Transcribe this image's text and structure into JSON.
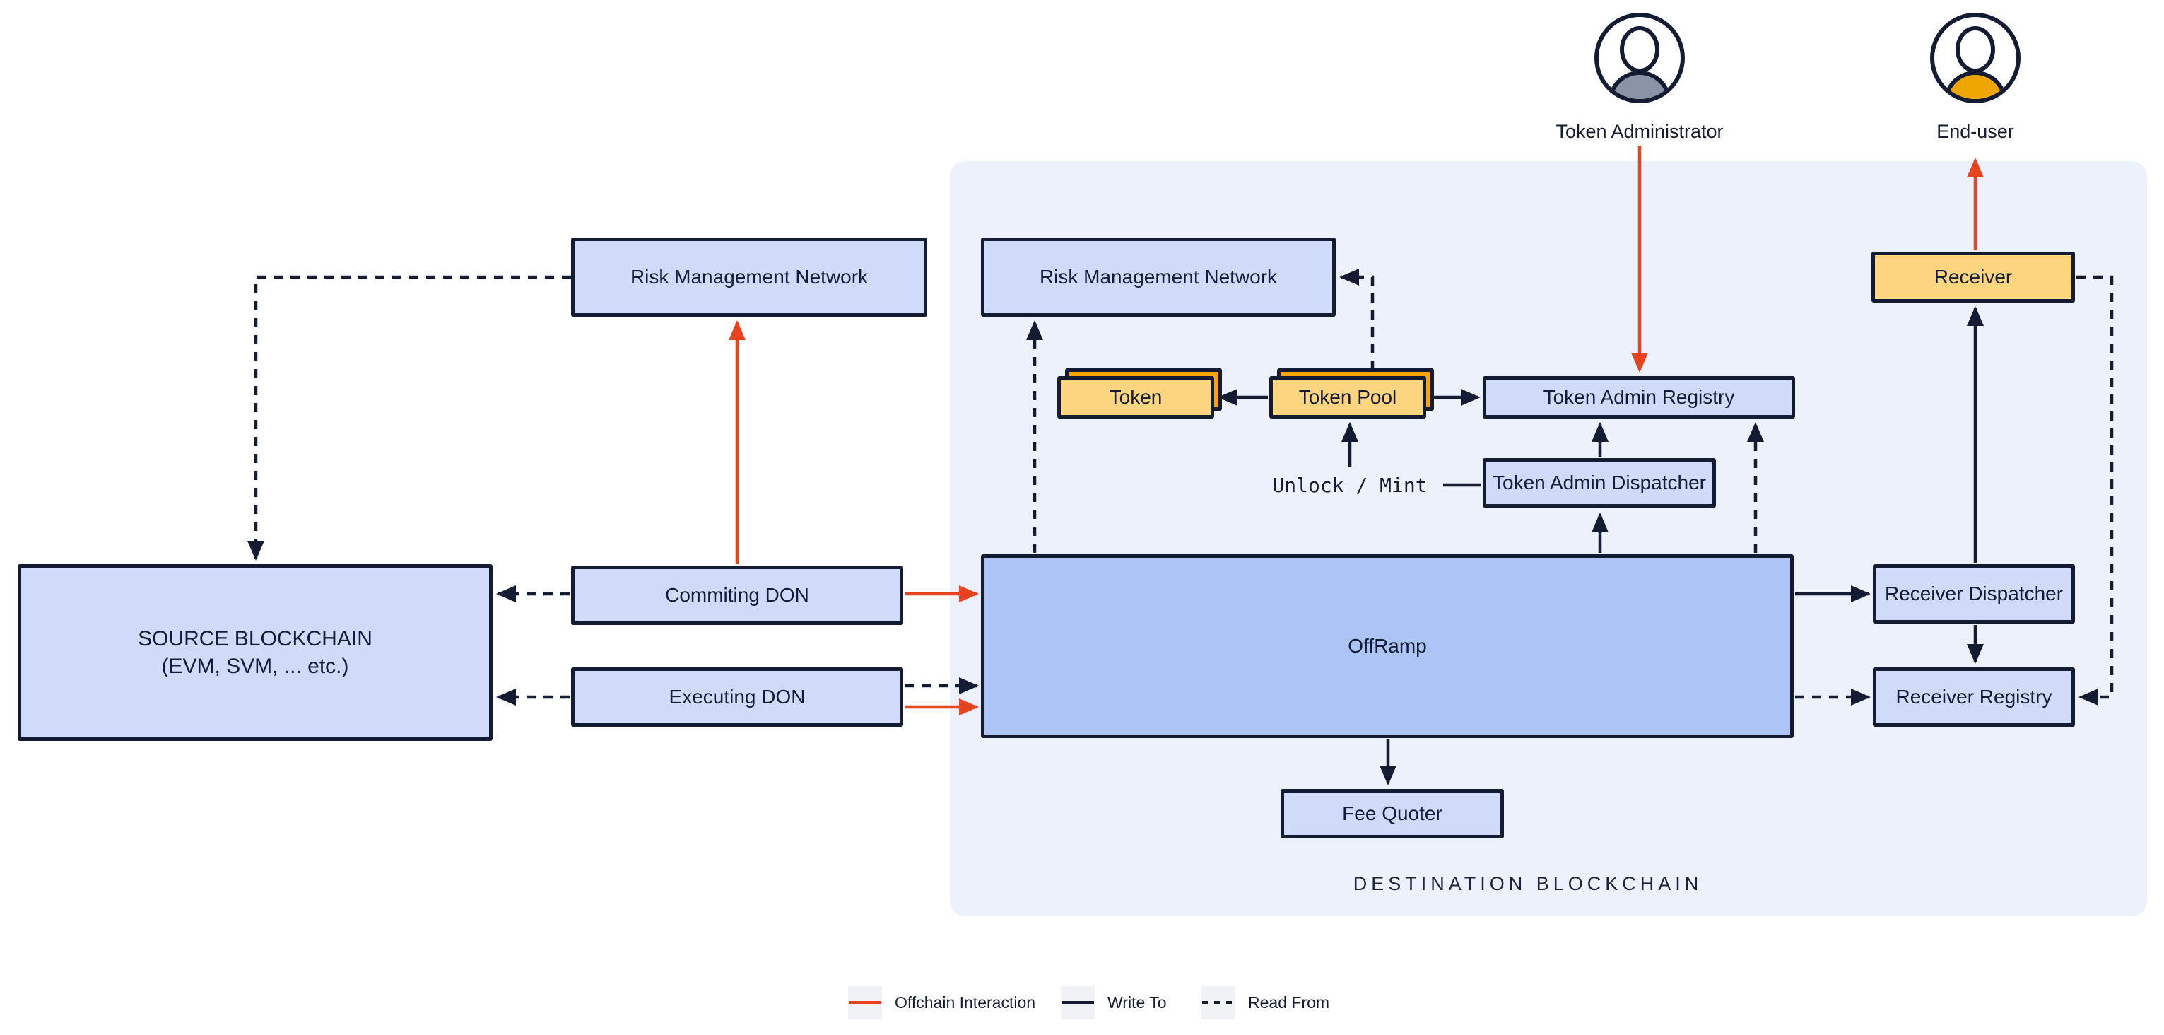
{
  "actors": {
    "token_admin": {
      "label": "Token Administrator"
    },
    "end_user": {
      "label": "End-user"
    }
  },
  "panel": {
    "label": "DESTINATION BLOCKCHAIN"
  },
  "nodes": {
    "source_blockchain": {
      "line1": "SOURCE BLOCKCHAIN",
      "line2": "(EVM, SVM, ... etc.)"
    },
    "rmn_source": {
      "label": "Risk Management Network"
    },
    "rmn_dest": {
      "label": "Risk Management Network"
    },
    "commiting_don": {
      "label": "Commiting DON"
    },
    "executing_don": {
      "label": "Executing DON"
    },
    "token": {
      "label": "Token"
    },
    "token_pool": {
      "label": "Token Pool"
    },
    "token_admin_registry": {
      "label": "Token Admin Registry"
    },
    "token_admin_dispatcher": {
      "label": "Token Admin Dispatcher"
    },
    "unlock_mint": {
      "label": "Unlock / Mint"
    },
    "offramp": {
      "label": "OffRamp"
    },
    "fee_quoter": {
      "label": "Fee Quoter"
    },
    "receiver": {
      "label": "Receiver"
    },
    "receiver_dispatcher": {
      "label": "Receiver Dispatcher"
    },
    "receiver_registry": {
      "label": "Receiver Registry"
    }
  },
  "legend": {
    "items": [
      {
        "label": "Offchain Interaction",
        "style": "red-solid"
      },
      {
        "label": "Write To",
        "style": "dark-solid"
      },
      {
        "label": "Read From",
        "style": "dark-dashed"
      }
    ]
  },
  "colors": {
    "offchain_red": "#E8431F",
    "write_to_dark": "#141C33",
    "node_blue": "#CFDBF9",
    "offramp_blue": "#ADC4F6",
    "token_yellow": "#FCD57E",
    "token_stack_orange": "#F7A60A",
    "panel_bg": "#EDF1FC",
    "admin_shoulders_gray": "#8B93A7",
    "enduser_shoulders_amber": "#F0A600"
  }
}
